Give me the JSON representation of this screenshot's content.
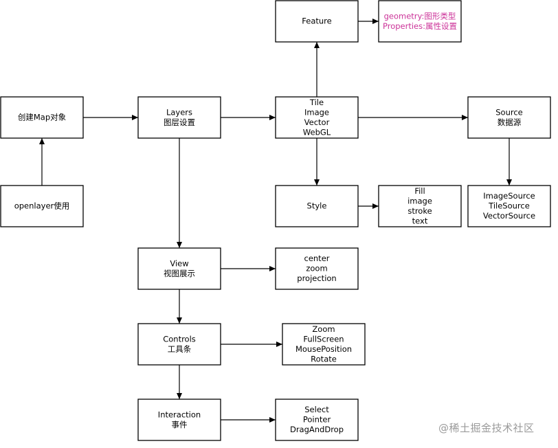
{
  "diagram": {
    "nodes": {
      "create_map": [
        "创建Map对象"
      ],
      "openlayer_use": [
        "openlayer使用"
      ],
      "layers": [
        "Layers",
        "图层设置"
      ],
      "layer_types": [
        "Tile",
        "Image",
        "Vector",
        "WebGL"
      ],
      "feature": [
        "Feature"
      ],
      "feature_props": [
        "geometry:图形类型",
        "Properties:属性设置"
      ],
      "source": [
        "Source",
        "数据源"
      ],
      "source_types": [
        "ImageSource",
        "TileSource",
        "VectorSource"
      ],
      "style": [
        "Style"
      ],
      "style_props": [
        "Fill",
        "image",
        "stroke",
        "text"
      ],
      "view": [
        "View",
        "视图展示"
      ],
      "view_props": [
        "center",
        "zoom",
        "projection"
      ],
      "controls": [
        "Controls",
        "工具条"
      ],
      "control_types": [
        "Zoom",
        "FullScreen",
        "MousePosition",
        "Rotate"
      ],
      "interaction": [
        "Interaction",
        "事件"
      ],
      "interaction_types": [
        "Select",
        "Pointer",
        "DragAndDrop"
      ]
    },
    "edges": [
      [
        "openlayer_use",
        "create_map"
      ],
      [
        "create_map",
        "layers"
      ],
      [
        "layers",
        "layer_types"
      ],
      [
        "layer_types",
        "feature"
      ],
      [
        "feature",
        "feature_props"
      ],
      [
        "layer_types",
        "source"
      ],
      [
        "source",
        "source_types"
      ],
      [
        "layer_types",
        "style"
      ],
      [
        "style",
        "style_props"
      ],
      [
        "layers",
        "view"
      ],
      [
        "view",
        "view_props"
      ],
      [
        "view",
        "controls"
      ],
      [
        "controls",
        "control_types"
      ],
      [
        "controls",
        "interaction"
      ],
      [
        "interaction",
        "interaction_types"
      ]
    ]
  },
  "colors": {
    "stroke": "#000000",
    "fill": "#ffffff",
    "highlight_text": "#cc3399",
    "watermark": "#9a9a9a"
  },
  "watermark": "@稀土掘金技术社区"
}
